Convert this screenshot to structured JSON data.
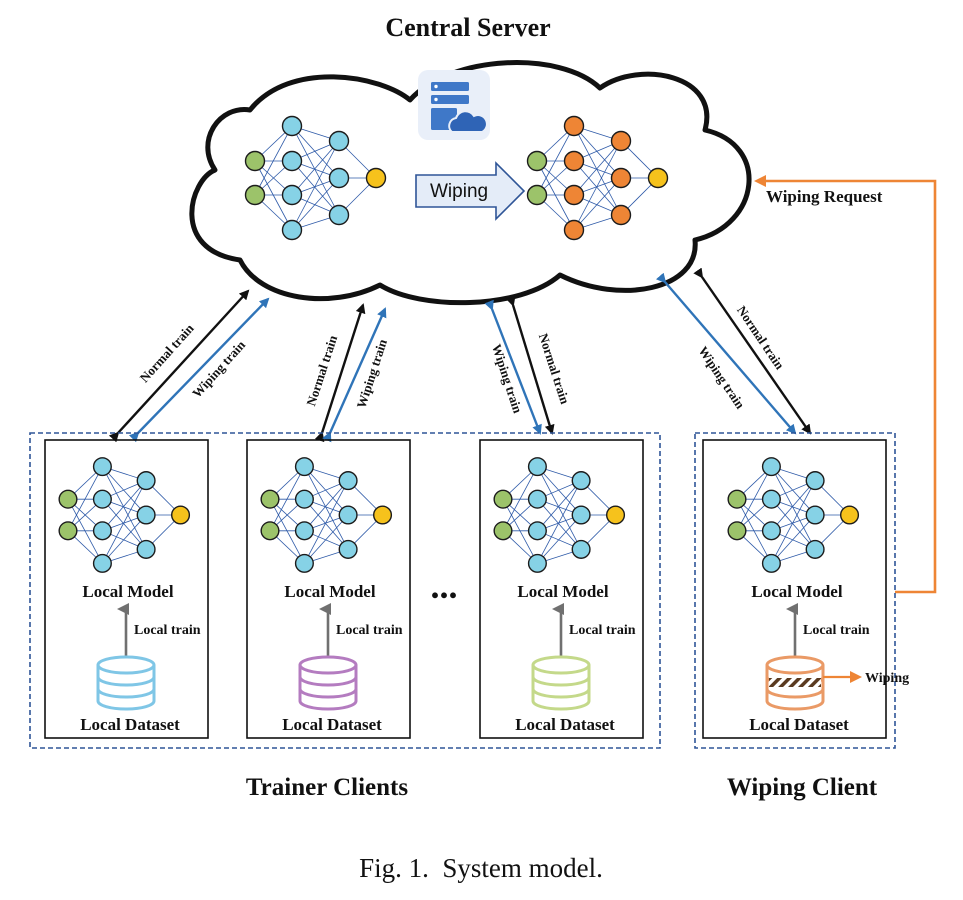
{
  "title": "Central Server",
  "server": {
    "icon": "server-cloud-icon",
    "wiping_label": "Wiping",
    "wiping_request_label": "Wiping Request"
  },
  "arrows": {
    "normal_train": "Normal train",
    "wiping_train": "Wiping train"
  },
  "clients": [
    {
      "model_label": "Local Model",
      "train_label": "Local train",
      "dataset_label": "Local Dataset",
      "dataset_color": "#7fc6e6",
      "group": "trainer"
    },
    {
      "model_label": "Local Model",
      "train_label": "Local train",
      "dataset_label": "Local Dataset",
      "dataset_color": "#b47cc0",
      "group": "trainer"
    },
    {
      "model_label": "Local Model",
      "train_label": "Local train",
      "dataset_label": "Local Dataset",
      "dataset_color": "#c4d98a",
      "group": "trainer"
    },
    {
      "model_label": "Local Model",
      "train_label": "Local train",
      "dataset_label": "Local Dataset",
      "dataset_color": "#ea9a66",
      "group": "wiping"
    }
  ],
  "ellipsis": "...",
  "wiping_arrow_label": "Wiping",
  "groups": {
    "trainer_label": "Trainer Clients",
    "wiping_label": "Wiping Client"
  },
  "caption": "Fig. 1.  System model.",
  "colors": {
    "input_node": "#9cc36a",
    "hidden_node": "#86d2e6",
    "output_node": "#f6c21c",
    "wiped_node": "#ee8535",
    "blue_arrow": "#2f74b8",
    "orange": "#ee8535",
    "dashed_box": "#2f5597"
  }
}
